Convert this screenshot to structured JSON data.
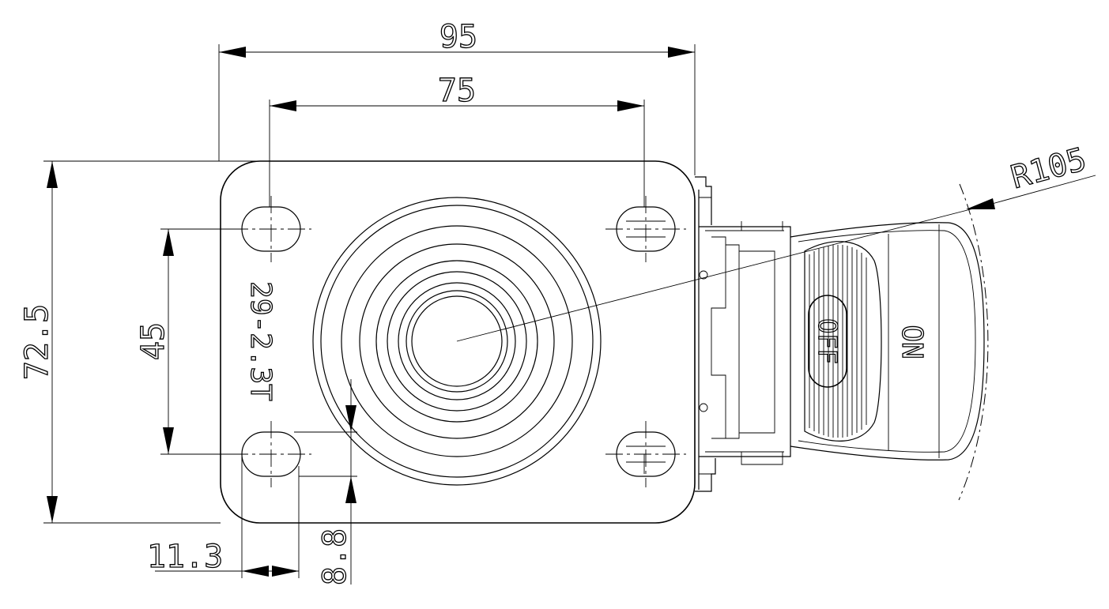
{
  "dimensions": {
    "overall_width": "95",
    "hole_spacing_x": "75",
    "overall_height": "72.5",
    "hole_spacing_y": "45",
    "hole_offset_x": "11.3",
    "wheel_offset": "8.8",
    "brake_radius": "R105"
  },
  "labels": {
    "plate_marking": "29-2.3T",
    "brake_off": "OFF",
    "brake_on": "ON"
  }
}
